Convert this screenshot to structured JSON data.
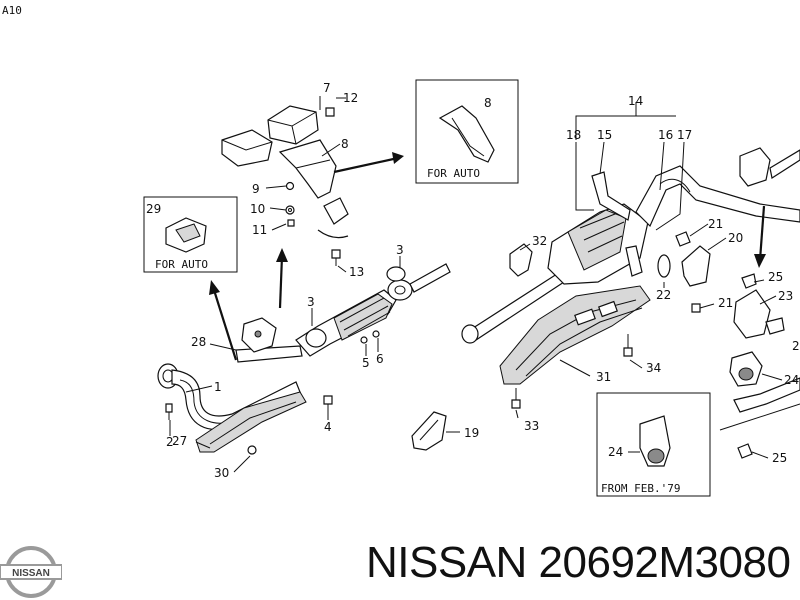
{
  "page_code": "A10",
  "part_number_text": "NISSAN 20692M3080",
  "logo": {
    "text": "NISSAN",
    "icon": "nissan-logo"
  },
  "callouts": [
    "1",
    "2",
    "3",
    "3",
    "4",
    "5",
    "6",
    "7",
    "8",
    "8",
    "9",
    "10",
    "11",
    "12",
    "13",
    "14",
    "15",
    "16",
    "17",
    "18",
    "19",
    "20",
    "21",
    "21",
    "22",
    "23",
    "24",
    "24",
    "25",
    "25",
    "2",
    "27",
    "28",
    "29",
    "30",
    "31",
    "32",
    "33",
    "34"
  ],
  "notes": {
    "for_auto_1": "FOR AUTO",
    "for_auto_2": "FOR AUTO",
    "from_feb": "FROM FEB.'79"
  }
}
